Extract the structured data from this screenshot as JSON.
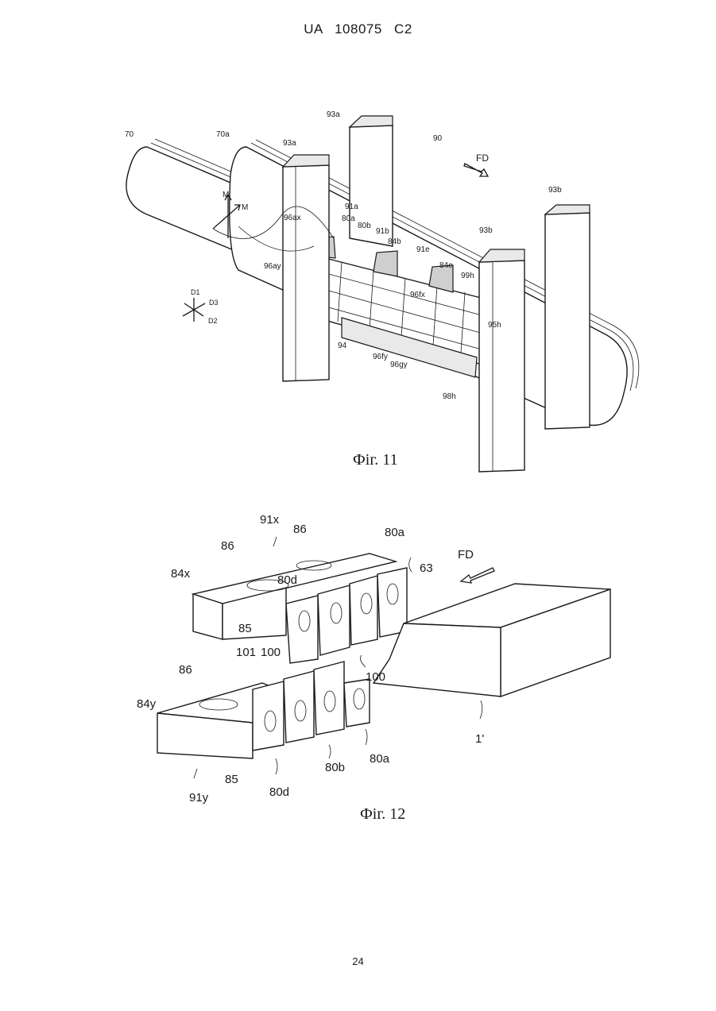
{
  "header": {
    "text": "UA   108075   C2"
  },
  "page_number": "24",
  "figure11": {
    "caption": "Фіг. 11",
    "labels": {
      "l70": "70",
      "l70a": "70a",
      "l93a_left": "93a",
      "l93a_back": "93a",
      "l90": "90",
      "fd": "FD",
      "l93b_back": "93b",
      "l93b_front": "93b",
      "m_up": "M",
      "m_diag": "M",
      "l96ax": "96ax",
      "l91a": "91a",
      "l80a": "80a",
      "l80b": "80b",
      "l91b": "91b",
      "l84b": "84b",
      "l91e": "91e",
      "l84e": "84e",
      "l96ay": "96ay",
      "l99h": "99h",
      "l96fx": "96fx",
      "l95h": "95h",
      "d1": "D1",
      "d3": "D3",
      "d2": "D2",
      "l94": "94",
      "l96fy": "96fy",
      "l96gy": "96gy",
      "l98h": "98h"
    }
  },
  "figure12": {
    "caption": "Фіг. 12",
    "labels": {
      "l91x": "91x",
      "l86_top_right": "86",
      "l86_top_left": "86",
      "l80a_top": "80a",
      "fd": "FD",
      "l84x": "84x",
      "l80d_top": "80d",
      "l63": "63",
      "l85_top": "85",
      "l101": "101",
      "l100_left": "100",
      "l100_right": "100",
      "l86_bottom": "86",
      "l84y": "84y",
      "l1prime": "1'",
      "l85_bottom": "85",
      "l80d_bottom": "80d",
      "l80b": "80b",
      "l80a_bottom": "80a",
      "l91y": "91y"
    }
  }
}
